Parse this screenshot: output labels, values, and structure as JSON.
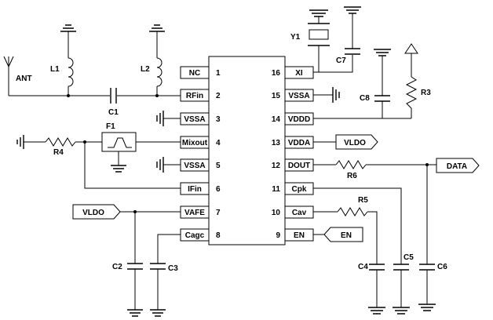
{
  "chip": {
    "pins": [
      {
        "num": "1",
        "name": "NC"
      },
      {
        "num": "2",
        "name": "RFin"
      },
      {
        "num": "3",
        "name": "VSSA"
      },
      {
        "num": "4",
        "name": "Mixout"
      },
      {
        "num": "5",
        "name": "VSSA"
      },
      {
        "num": "6",
        "name": "IFin"
      },
      {
        "num": "7",
        "name": "VAFE"
      },
      {
        "num": "8",
        "name": "Cagc"
      },
      {
        "num": "9",
        "name": "EN"
      },
      {
        "num": "10",
        "name": "Cav"
      },
      {
        "num": "11",
        "name": "Cpk"
      },
      {
        "num": "12",
        "name": "DOUT"
      },
      {
        "num": "13",
        "name": "VDDA"
      },
      {
        "num": "14",
        "name": "VDDD"
      },
      {
        "num": "15",
        "name": "VSSA"
      },
      {
        "num": "16",
        "name": "XI"
      }
    ]
  },
  "components": {
    "antenna": "ANT",
    "l1": "L1",
    "l2": "L2",
    "c1": "C1",
    "f1": "F1",
    "r4": "R4",
    "y1": "Y1",
    "c7": "C7",
    "c8": "C8",
    "r3": "R3",
    "r6": "R6",
    "r5": "R5",
    "c2": "C2",
    "c3": "C3",
    "c4": "C4",
    "c5": "C5",
    "c6": "C6"
  },
  "ports": {
    "vldo_right": "VLDO",
    "vldo_left": "VLDO",
    "data": "DATA",
    "en": "EN"
  }
}
